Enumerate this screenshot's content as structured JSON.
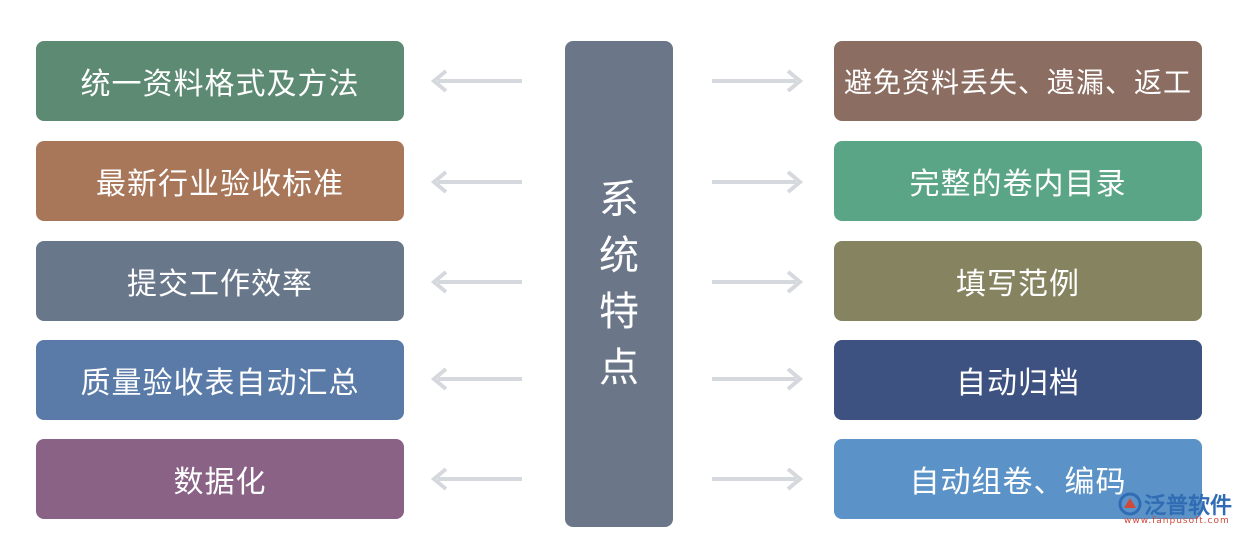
{
  "center": {
    "label": "系统特点",
    "color": "#6b7788"
  },
  "left_items": [
    {
      "label": "统一资料格式及方法",
      "color": "#5d8a72"
    },
    {
      "label": "最新行业验收标准",
      "color": "#a8775a"
    },
    {
      "label": "提交工作效率",
      "color": "#69778a"
    },
    {
      "label": "质量验收表自动汇总",
      "color": "#5a7ba8"
    },
    {
      "label": "数据化",
      "color": "#8a6286"
    }
  ],
  "right_items": [
    {
      "label": "避免资料丢失、遗漏、返工",
      "color": "#8b6d62"
    },
    {
      "label": "完整的卷内目录",
      "color": "#5aa585"
    },
    {
      "label": "填写范例",
      "color": "#868460"
    },
    {
      "label": "自动归档",
      "color": "#3e5282"
    },
    {
      "label": "自动组卷、编码",
      "color": "#5b93c8"
    }
  ],
  "arrow_color": "#d5d9de",
  "watermark": {
    "name": "泛普软件",
    "url": "www.fanpusoft.com",
    "logo_icon": "fanpu-logo-icon"
  }
}
